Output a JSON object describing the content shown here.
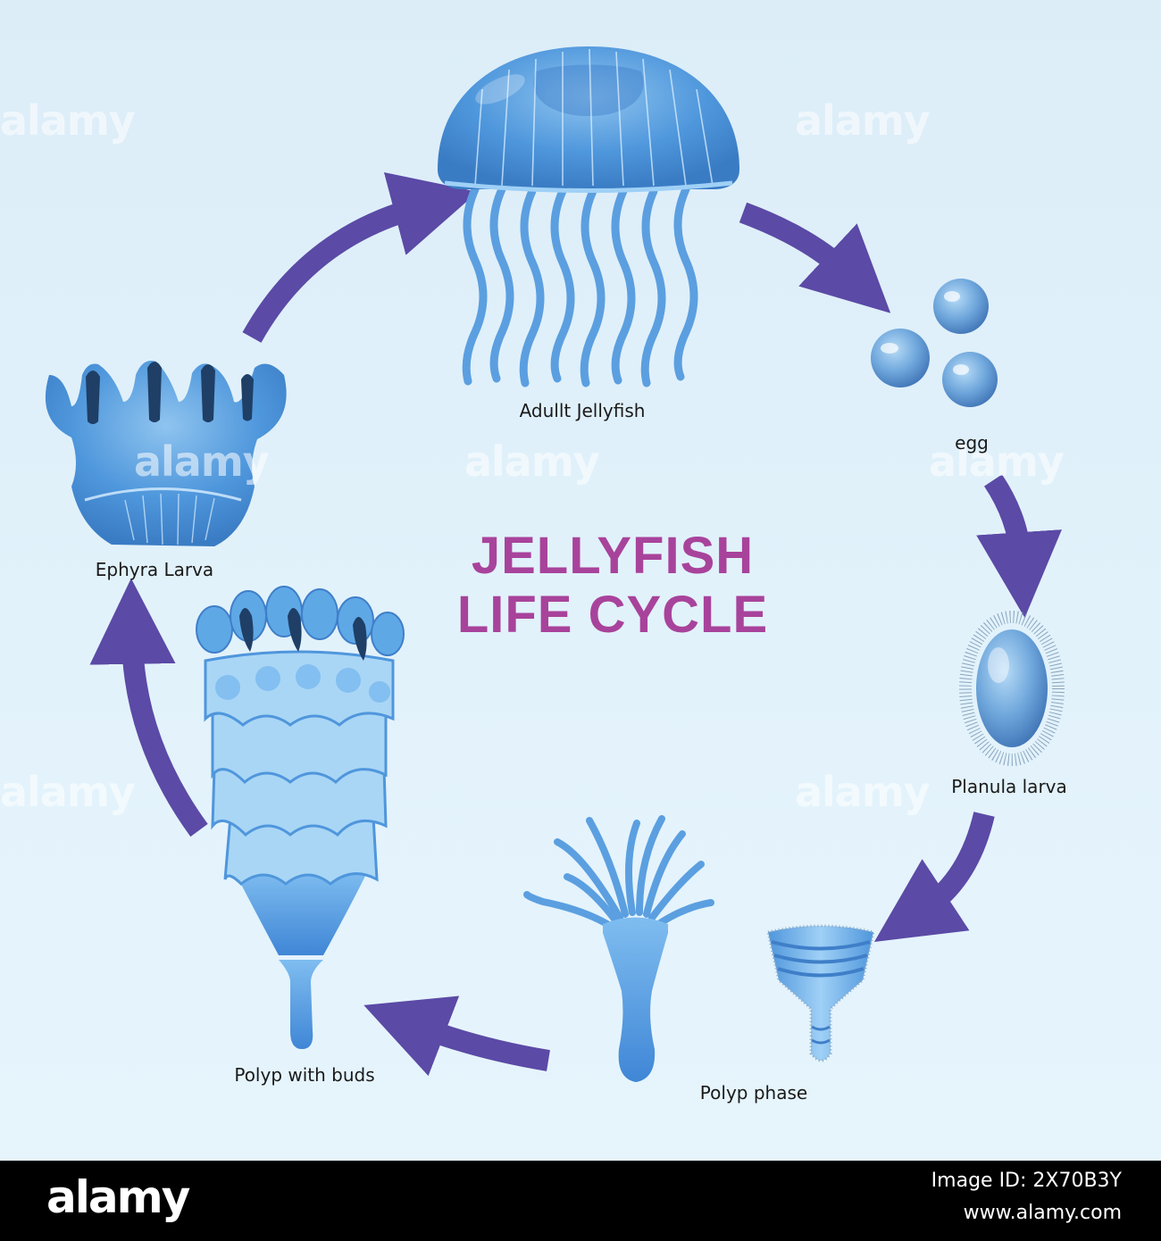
{
  "colors": {
    "background": "#e0f0fa",
    "arrow": "#5b4aa6",
    "title": "#a8439b",
    "creature_light": "#a9d6f5",
    "creature_mid": "#5fa8e6",
    "creature_dark": "#2f6fb8",
    "footer": "#000000"
  },
  "title": {
    "line1": "JELLYFISH",
    "line2": "LIFE CYCLE"
  },
  "stages": {
    "adult": {
      "label": "Adullt Jellyfish",
      "icon": "adult-jellyfish-icon"
    },
    "egg": {
      "label": "egg",
      "icon": "eggs-icon"
    },
    "planula": {
      "label": "Planula larva",
      "icon": "planula-larva-icon"
    },
    "polyp": {
      "label": "Polyp phase",
      "icon": "polyp-icon"
    },
    "polyp_buds": {
      "label": "Polyp with buds",
      "icon": "polyp-with-buds-icon"
    },
    "ephyra": {
      "label": "Ephyra Larva",
      "icon": "ephyra-larva-icon"
    }
  },
  "watermark": {
    "text": "alamy"
  },
  "footer": {
    "brand": "alamy",
    "image_id": "Image ID: 2X70B3Y",
    "url": "www.alamy.com"
  }
}
